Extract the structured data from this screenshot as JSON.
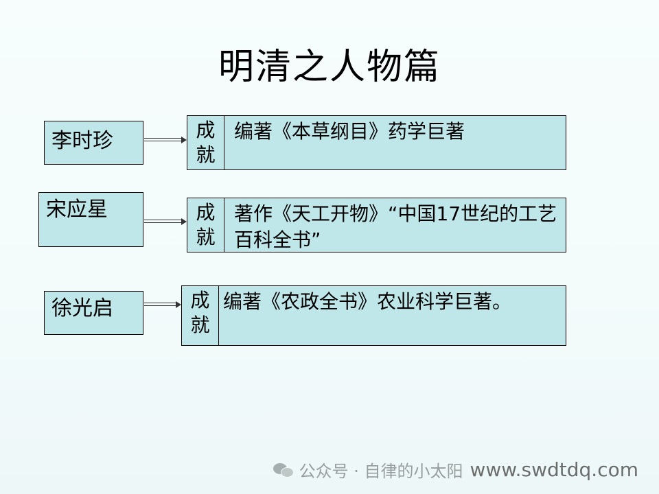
{
  "slide": {
    "title": "明清之人物篇",
    "rows": [
      {
        "name": "李时珍",
        "label_line1": "成",
        "label_line2": "就",
        "achievement": "编著《本草纲目》药学巨著"
      },
      {
        "name": "宋应星",
        "label_line1": "成",
        "label_line2": "就",
        "achievement": "著作《天工开物》“中国17世纪的工艺百科全书”"
      },
      {
        "name": "徐光启",
        "label_line1": "成",
        "label_line2": "就",
        "achievement": "编著《农政全书》农业科学巨著。"
      }
    ]
  },
  "watermark": {
    "label": "公众号 · 自律的小太阳",
    "url": "www.swdtdq.com"
  }
}
